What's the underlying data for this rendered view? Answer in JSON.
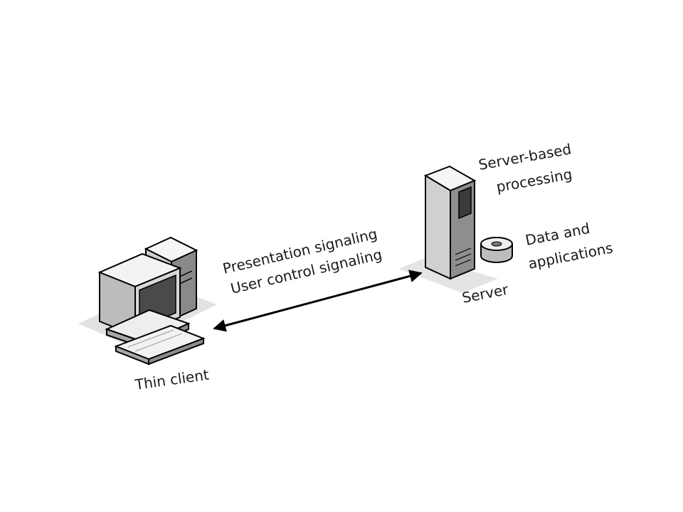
{
  "client": {
    "label": "Thin client"
  },
  "server": {
    "label": "Server",
    "processing_label": [
      "Server-based",
      "processing"
    ],
    "storage_label": [
      "Data and",
      "applications"
    ]
  },
  "connection": {
    "label_line1": "Presentation signaling",
    "label_line2": "User control signaling"
  }
}
